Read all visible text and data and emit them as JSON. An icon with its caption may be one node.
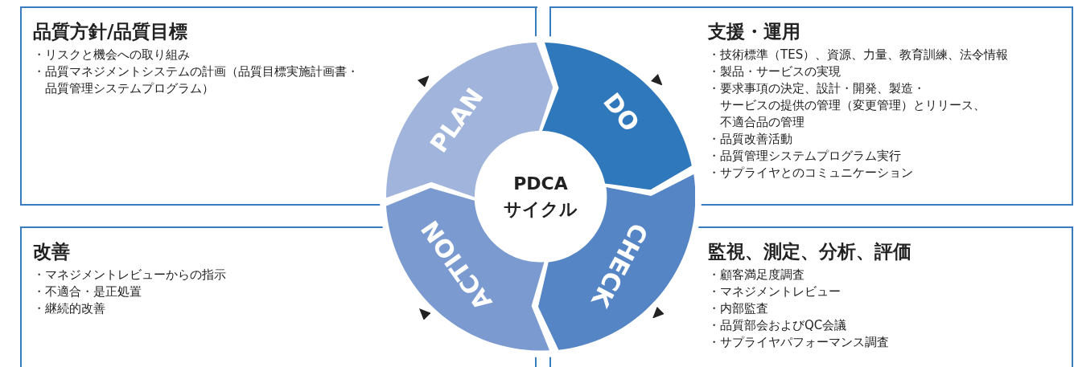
{
  "diagram": {
    "nodes": [
      {
        "text": [
          "品質方針/品質目標",
          "・リスクと機会への取り組み",
          "・品質マネジメントシステムの計画（品質目標実施計画書・品質管理システムプログラム）"
        ]
      },
      {
        "text": [
          "支援・運用",
          "・技術標準（TES）、資源、力量、教育訓練、法令情報",
          "・製品・サービスの実現",
          "・要求事項の決定、設計・開発、製造・サービスの提供の管理（変更管理）とリリース、不適合品の管理",
          "・品質改善活動",
          "・品質管理システムプログラム実行",
          "・サプライヤとのコミュニケーション"
        ]
      },
      {
        "text": [
          "改善",
          "・マネジメントレビューからの指示",
          "・不適合・是正処置",
          "・継続的改善"
        ]
      },
      {
        "text": [
          "監視、測定、分析、評価",
          "・顧客満足度調査",
          "・マネジメントレビュー",
          "・内部監査",
          "・品質部会およびQC会議",
          "・サプライヤパフォーマンス調査"
        ]
      },
      {
        "text": [
          "PLAN"
        ]
      },
      {
        "text": [
          "DO"
        ]
      },
      {
        "text": [
          "CHECK"
        ]
      },
      {
        "text": [
          "ACTION"
        ]
      },
      {
        "text": [
          "PDCA サイクル"
        ]
      }
    ]
  }
}
